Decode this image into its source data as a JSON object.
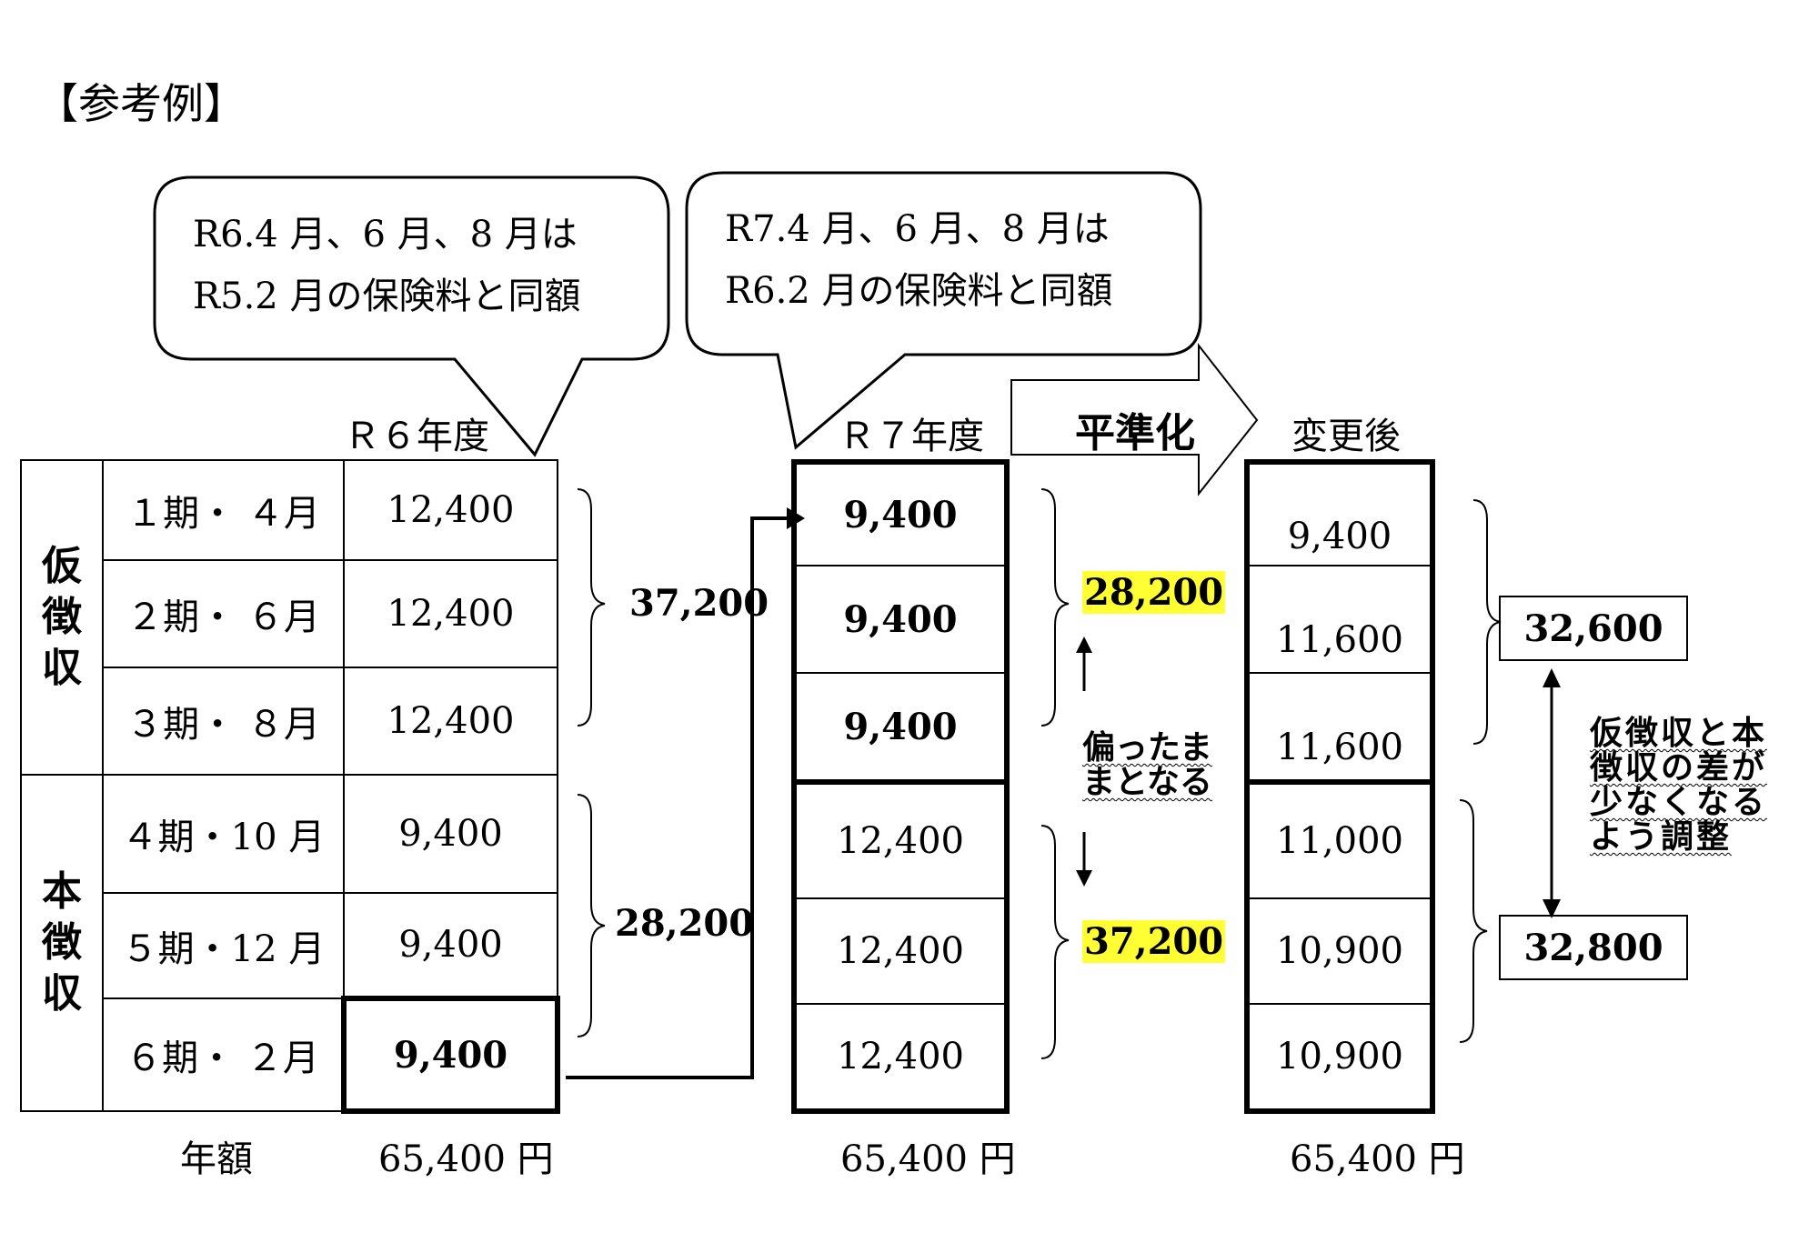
{
  "heading": "【参考例】",
  "bubbles": [
    {
      "line1": "R6.4 月、6 月、8 月は",
      "line2": "R5.2 月の保険料と同額"
    },
    {
      "line1": "R7.4 月、6 月、8 月は",
      "line2": "R6.2 月の保険料と同額"
    }
  ],
  "columns": {
    "r6": "Ｒ６年度",
    "r7": "Ｒ７年度",
    "changed": "変更後"
  },
  "arrow_label": "平準化",
  "groups": {
    "provisional": "仮徴収",
    "main": "本徴収"
  },
  "periods": [
    "１期・ ４月",
    "２期・ ６月",
    "３期・ ８月",
    "４期・10 月",
    "５期・12 月",
    "６期・ ２月"
  ],
  "r6_values": [
    "12,400",
    "12,400",
    "12,400",
    "9,400",
    "9,400",
    "9,400"
  ],
  "r7_values": [
    "9,400",
    "9,400",
    "9,400",
    "12,400",
    "12,400",
    "12,400"
  ],
  "changed_values": [
    "9,400",
    "11,600",
    "11,600",
    "11,000",
    "10,900",
    "10,900"
  ],
  "r6_sums": {
    "provisional": "37,200",
    "main": "28,200"
  },
  "r7_sums": {
    "provisional": "28,200",
    "main": "37,200"
  },
  "changed_sums": {
    "provisional": "32,600",
    "main": "32,800"
  },
  "notes": {
    "biased": [
      "偏ったま",
      "まとなる"
    ],
    "adjust": [
      "仮徴収と本",
      "徴収の差が",
      "少なくなる",
      "よう調整"
    ]
  },
  "annual": {
    "label": "年額",
    "r6": "65,400 円",
    "r7": "65,400 円",
    "changed": "65,400 円"
  },
  "colors": {
    "highlight": "#ffff33"
  }
}
